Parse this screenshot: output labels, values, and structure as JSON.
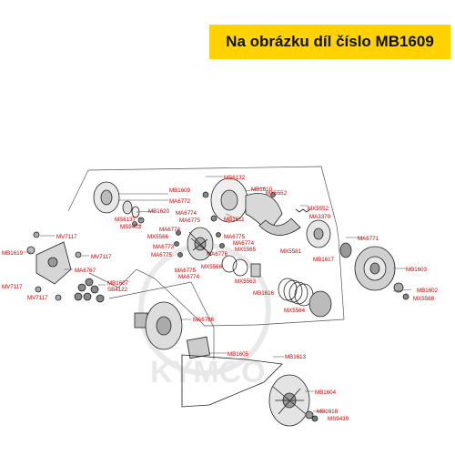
{
  "banner": {
    "text": "Na obrázku díl číslo MB1609",
    "bg": "#ffd200"
  },
  "watermark": {
    "text": "KYMCO"
  },
  "labels": {
    "mb1609": "MB1609",
    "ma6772": "MA6772",
    "mb1620": "MB1620",
    "ms6137": "MS6137",
    "ms9403": "MS9403",
    "ma6774a": "MA6774",
    "ma6775a": "MA6775",
    "ms6132": "MS6132",
    "mb1610": "MB1610",
    "mx5552a": "MX5552",
    "mb1611": "MB1611",
    "mx5552b": "MX5552",
    "ma3370": "MA3370",
    "mx5581": "MX5581",
    "ma6771": "MA6771",
    "mb1617": "MB1617",
    "mb1603": "MB1603",
    "mx5566": "MX5566",
    "ma6775b": "MA6775",
    "ma6774b": "MA6774",
    "ma6774c": "MA6774",
    "mx5565": "MX5565",
    "ma6773": "MA6773",
    "ma6775c": "MA6775",
    "ma6776": "MA6776",
    "mx5566b": "MX5566",
    "ma6775d": "MA6775",
    "ma6774d": "MA6774",
    "mx5563": "MX5563",
    "mb1616": "MB1616",
    "mx5564": "MX5564",
    "mb1602": "MB1602",
    "mx5568": "MX5568",
    "mv7117a": "MV7117",
    "mb1619": "MB1619",
    "mv7117b": "MV7117",
    "ma6767": "MA6767",
    "mv7117c": "MV7117",
    "mv7117d": "MV7117",
    "mb1607": "MB1607",
    "sb4122": "SB4122",
    "ma6766": "MA6766",
    "mb1605": "MB1605",
    "mb1613": "MB1613",
    "mb1604": "MB1604",
    "mb1618": "MB1618",
    "ms9439": "MS9439"
  }
}
